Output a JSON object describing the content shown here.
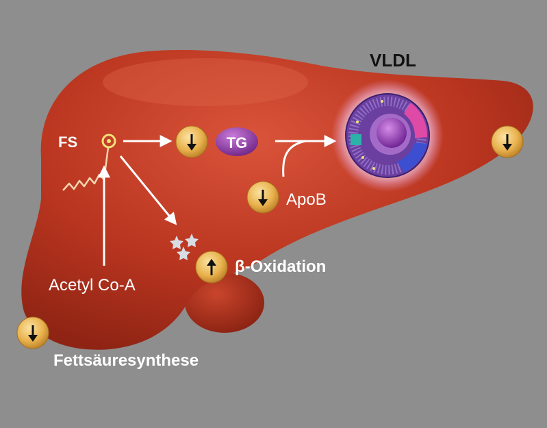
{
  "labels": {
    "vldl": "VLDL",
    "fs": "FS",
    "tg": "TG",
    "apob": "ApoB",
    "acetyl": "Acetyl Co-A",
    "beta_oxidation": "β-Oxidation",
    "fettsaeuresynthese": "Fettsäuresynthese"
  },
  "indicators": {
    "fs_to_tg": "down",
    "far_right": "down",
    "apob": "down",
    "beta_oxidation": "up",
    "fettsaeuresynthese": "down"
  },
  "colors": {
    "background": "#8e8e8e",
    "liver": "#b8321f",
    "badge": "#e7b04a",
    "tg_pill": "#9b3fb0",
    "vldl_core": "#8a2fb0"
  }
}
